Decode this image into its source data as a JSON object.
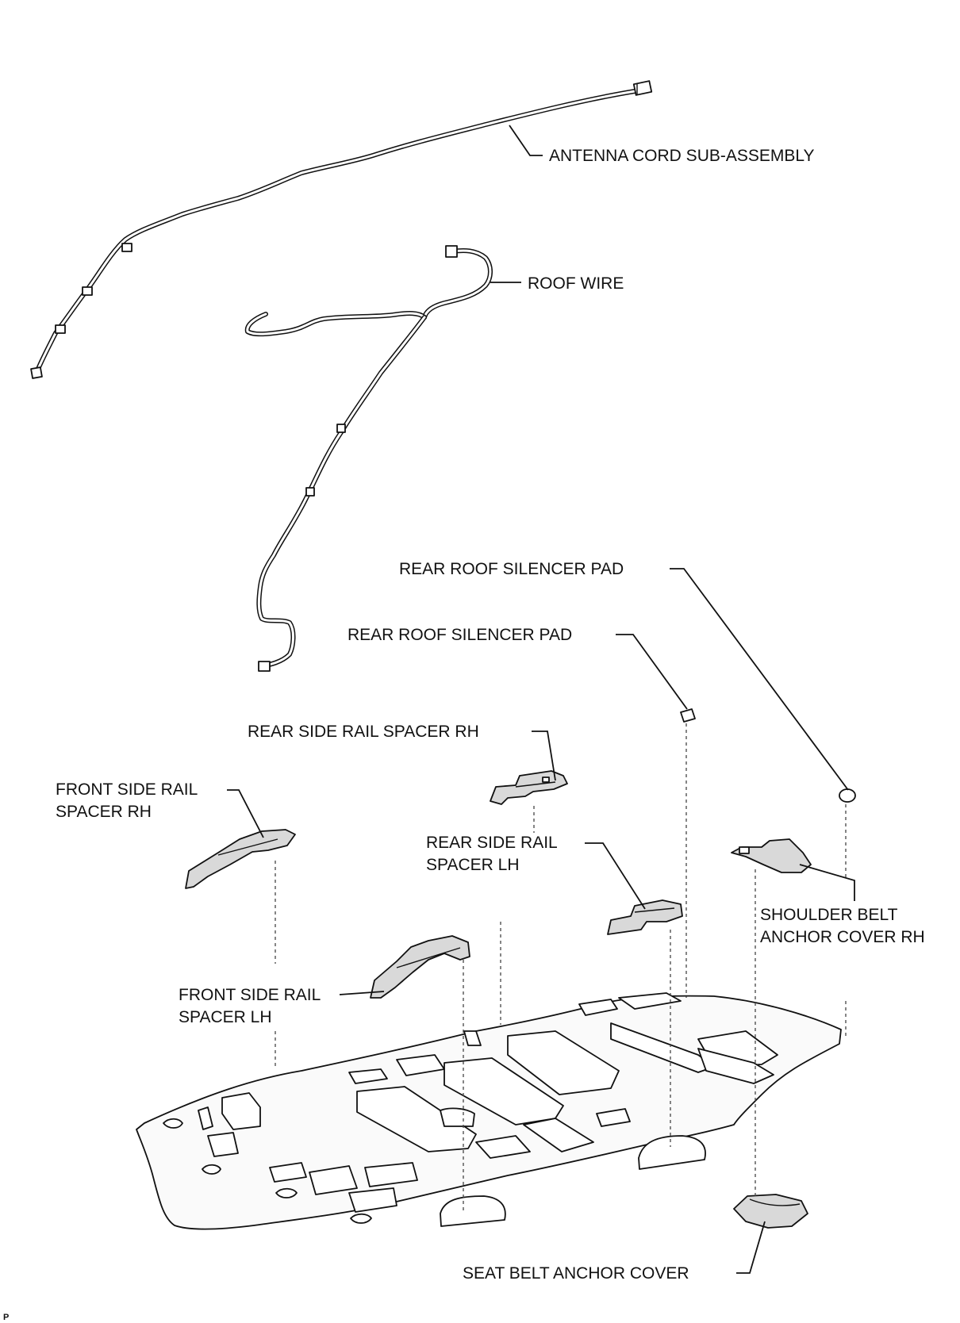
{
  "labels": {
    "antenna_cord": "ANTENNA CORD SUB-ASSEMBLY",
    "roof_wire": "ROOF WIRE",
    "rear_roof_silencer_pad_1": "REAR ROOF SILENCER PAD",
    "rear_roof_silencer_pad_2": "REAR ROOF SILENCER PAD",
    "rear_side_rail_spacer_rh": "REAR SIDE RAIL SPACER RH",
    "front_side_rail_spacer_rh_line1": "FRONT SIDE RAIL",
    "front_side_rail_spacer_rh_line2": "SPACER RH",
    "rear_side_rail_spacer_lh_line1": "REAR SIDE RAIL",
    "rear_side_rail_spacer_lh_line2": "SPACER LH",
    "shoulder_belt_line1": "SHOULDER BELT",
    "shoulder_belt_line2": "ANCHOR COVER RH",
    "front_side_rail_spacer_lh_line1": "FRONT SIDE RAIL",
    "front_side_rail_spacer_lh_line2": "SPACER LH",
    "seat_belt_anchor_cover": "SEAT BELT ANCHOR COVER"
  },
  "footer": {
    "code": "P"
  }
}
